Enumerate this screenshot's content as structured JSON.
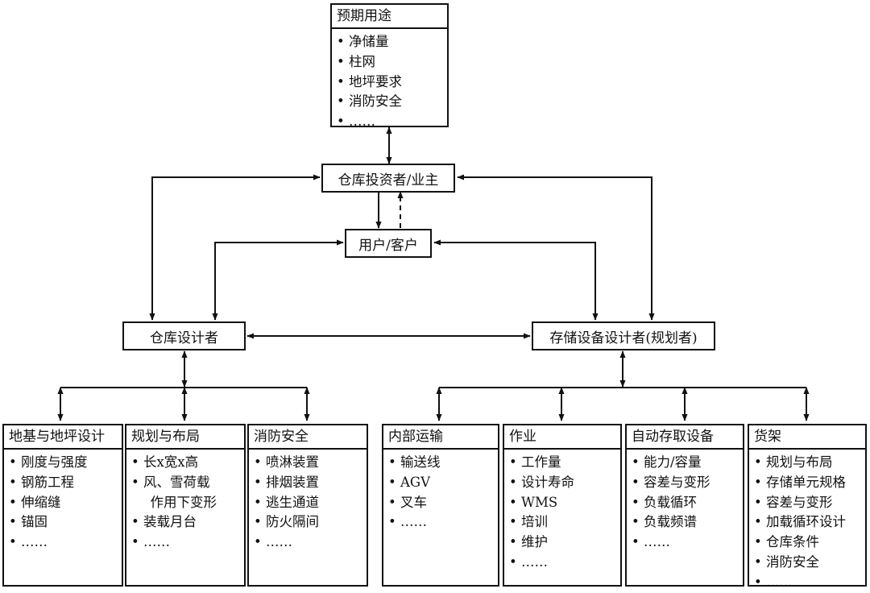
{
  "top": {
    "title": "预期用途",
    "items": [
      "净储量",
      "柱网",
      "地坪要求",
      "消防安全",
      "……"
    ]
  },
  "owner": "仓库投资者/业主",
  "user": "用户/客户",
  "warehouse_designer": "仓库设计者",
  "storage_designer": "存储设备设计者(规划者)",
  "left_cards": [
    {
      "title": "地基与地坪设计",
      "items": [
        "刚度与强度",
        "钢筋工程",
        "伸缩缝",
        "锚固",
        "……"
      ]
    },
    {
      "title": "规划与布局",
      "items": [
        "长x宽x高",
        "风、雪荷载",
        "作用下变形",
        "装载月台",
        "……"
      ]
    },
    {
      "title": "消防安全",
      "items": [
        "喷淋装置",
        "排烟装置",
        "逃生通道",
        "防火隔间",
        "……"
      ]
    }
  ],
  "right_cards": [
    {
      "title": "内部运输",
      "items": [
        "输送线",
        "AGV",
        "叉车",
        "……"
      ]
    },
    {
      "title": "作业",
      "items": [
        "工作量",
        "设计寿命",
        "WMS",
        "培训",
        "维护",
        "……"
      ]
    },
    {
      "title": "自动存取设备",
      "items": [
        "能力/容量",
        "容差与变形",
        "负载循环",
        "负载频谱",
        "……"
      ]
    },
    {
      "title": "货架",
      "items": [
        "规划与布局",
        "存储单元规格",
        "容差与变形",
        "加载循环设计",
        "仓库条件",
        "消防安全",
        "……"
      ]
    }
  ]
}
